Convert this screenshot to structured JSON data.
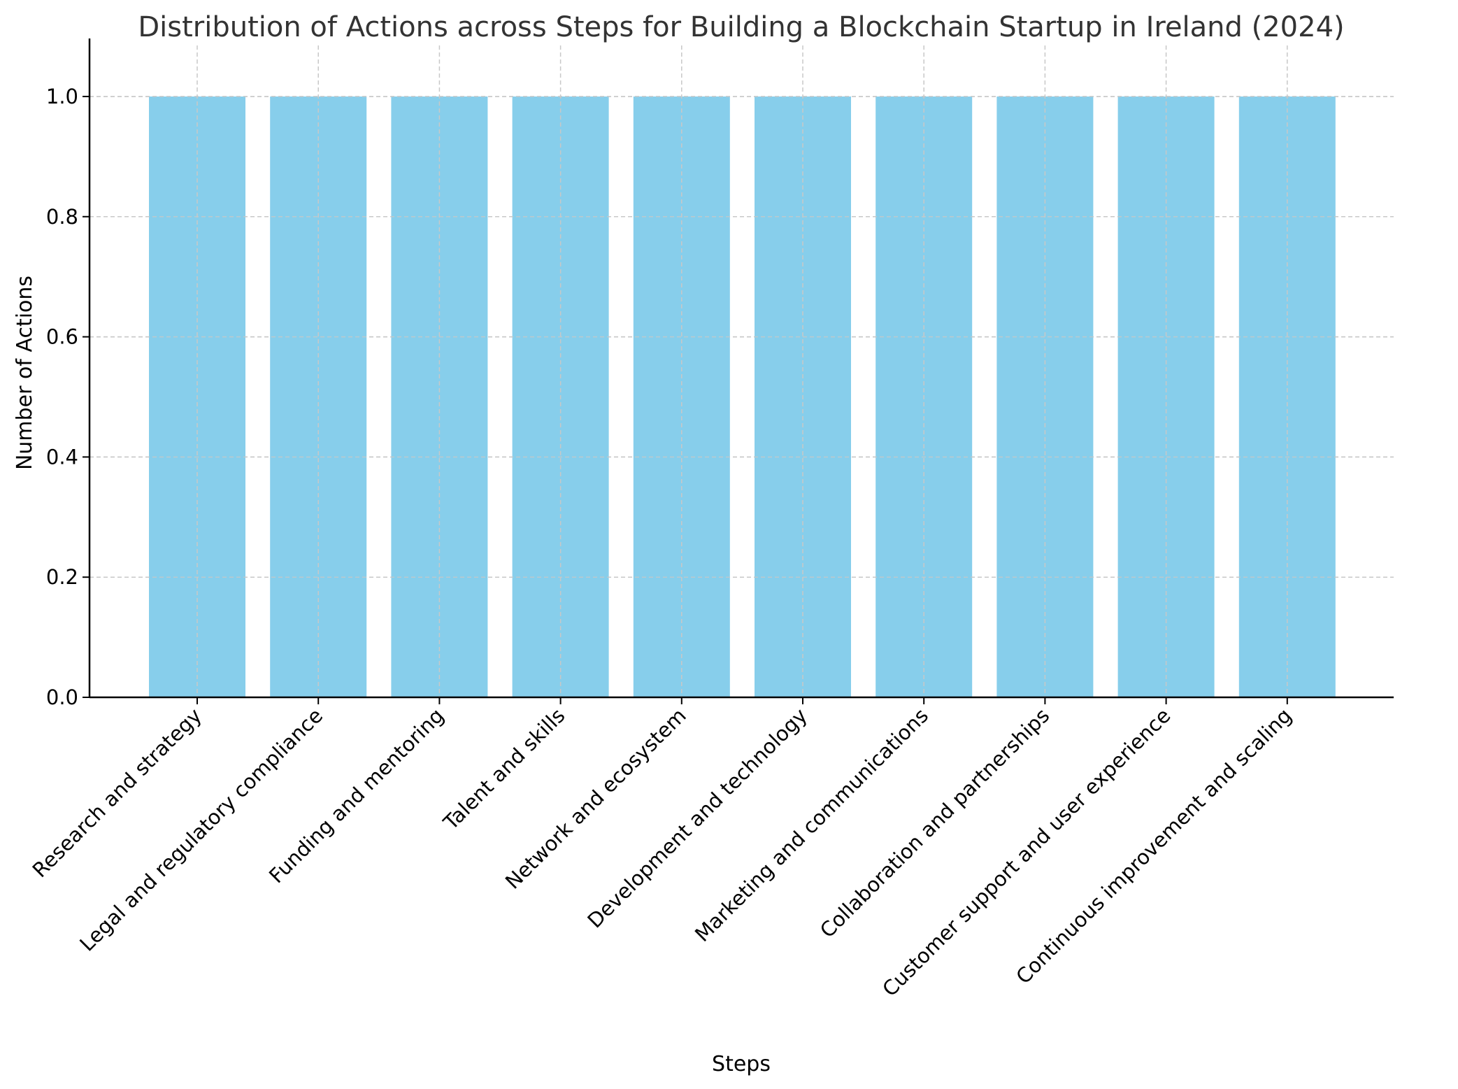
{
  "chart_data": {
    "type": "bar",
    "title": "Distribution of Actions across Steps for Building a Blockchain Startup in Ireland (2024)",
    "xlabel": "Steps",
    "ylabel": "Number of Actions",
    "categories": [
      "Research and strategy",
      "Legal and regulatory compliance",
      "Funding and mentoring",
      "Talent and skills",
      "Network and ecosystem",
      "Development and technology",
      "Marketing and communications",
      "Collaboration and partnerships",
      "Customer support and user experience",
      "Continuous improvement and scaling"
    ],
    "values": [
      1,
      1,
      1,
      1,
      1,
      1,
      1,
      1,
      1,
      1
    ],
    "ylim": [
      0,
      1.05
    ],
    "yticks": [
      "0.0",
      "0.2",
      "0.4",
      "0.6",
      "0.8",
      "1.0"
    ],
    "grid": true,
    "legend": "none",
    "colors": {
      "bar": "#87ceeb",
      "grid": "#c8c8c8",
      "axis": "#000000",
      "title": "#333333",
      "text": "#000000"
    }
  }
}
